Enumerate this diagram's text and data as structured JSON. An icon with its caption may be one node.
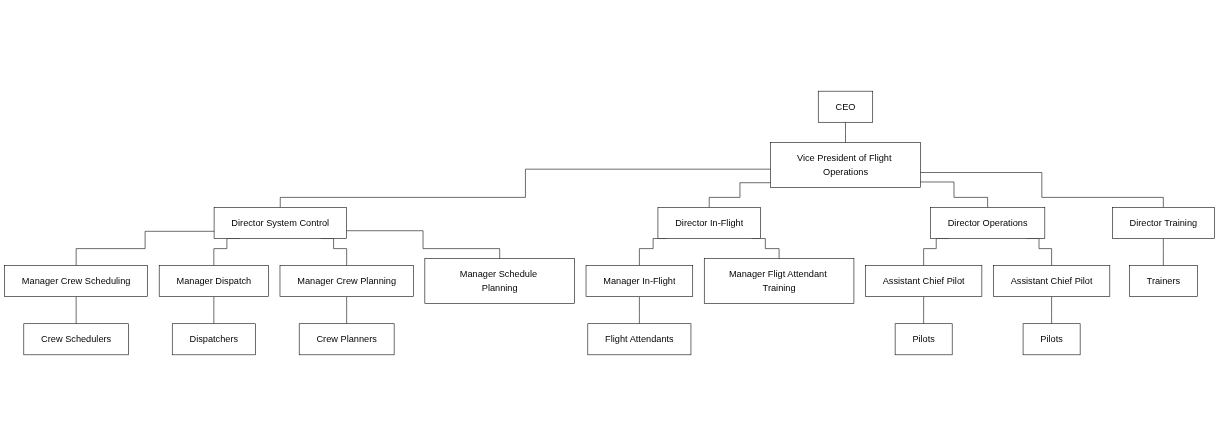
{
  "diagram": {
    "nodes": [
      {
        "text": [
          "CEO"
        ]
      },
      {
        "text": [
          "Vice President of Flight Operations"
        ]
      },
      {
        "text": [
          "Director System Control"
        ]
      },
      {
        "text": [
          "Director In-Flight"
        ]
      },
      {
        "text": [
          "Director Operations"
        ]
      },
      {
        "text": [
          "Director Training"
        ]
      },
      {
        "text": [
          "Manager Crew Scheduling"
        ]
      },
      {
        "text": [
          "Manager Dispatch"
        ]
      },
      {
        "text": [
          "Manager Crew Planning"
        ]
      },
      {
        "text": [
          "Manager Schedule Planning"
        ]
      },
      {
        "text": [
          "Manager In-Flight"
        ]
      },
      {
        "text": [
          "Manager Fligt Attendant Training"
        ]
      },
      {
        "text": [
          "Assistant Chief Pilot"
        ]
      },
      {
        "text": [
          "Assistant Chief Pilot"
        ]
      },
      {
        "text": [
          "Trainers"
        ]
      },
      {
        "text": [
          "Crew Schedulers"
        ]
      },
      {
        "text": [
          "Dispatchers"
        ]
      },
      {
        "text": [
          "Crew Planners"
        ]
      },
      {
        "text": [
          "Flight Attendants"
        ]
      },
      {
        "text": [
          "Pilots"
        ]
      },
      {
        "text": [
          "Pilots"
        ]
      }
    ],
    "edges": [
      {
        "from": 0,
        "to": 1,
        "arrow": "none"
      },
      {
        "from": 1,
        "to": 2,
        "arrow": "none"
      },
      {
        "from": 1,
        "to": 3,
        "arrow": "none"
      },
      {
        "from": 1,
        "to": 4,
        "arrow": "none"
      },
      {
        "from": 1,
        "to": 5,
        "arrow": "none"
      },
      {
        "from": 2,
        "to": 6,
        "arrow": "none"
      },
      {
        "from": 2,
        "to": 7,
        "arrow": "none"
      },
      {
        "from": 2,
        "to": 8,
        "arrow": "none"
      },
      {
        "from": 2,
        "to": 9,
        "arrow": "none"
      },
      {
        "from": 3,
        "to": 10,
        "arrow": "none"
      },
      {
        "from": 3,
        "to": 11,
        "arrow": "none"
      },
      {
        "from": 4,
        "to": 12,
        "arrow": "none"
      },
      {
        "from": 4,
        "to": 13,
        "arrow": "none"
      },
      {
        "from": 5,
        "to": 14,
        "arrow": "none"
      },
      {
        "from": 6,
        "to": 15,
        "arrow": "none"
      },
      {
        "from": 7,
        "to": 16,
        "arrow": "none"
      },
      {
        "from": 8,
        "to": 17,
        "arrow": "none"
      },
      {
        "from": 10,
        "to": 18,
        "arrow": "none"
      },
      {
        "from": 12,
        "to": 19,
        "arrow": "none"
      },
      {
        "from": 13,
        "to": 20,
        "arrow": "none"
      }
    ]
  }
}
